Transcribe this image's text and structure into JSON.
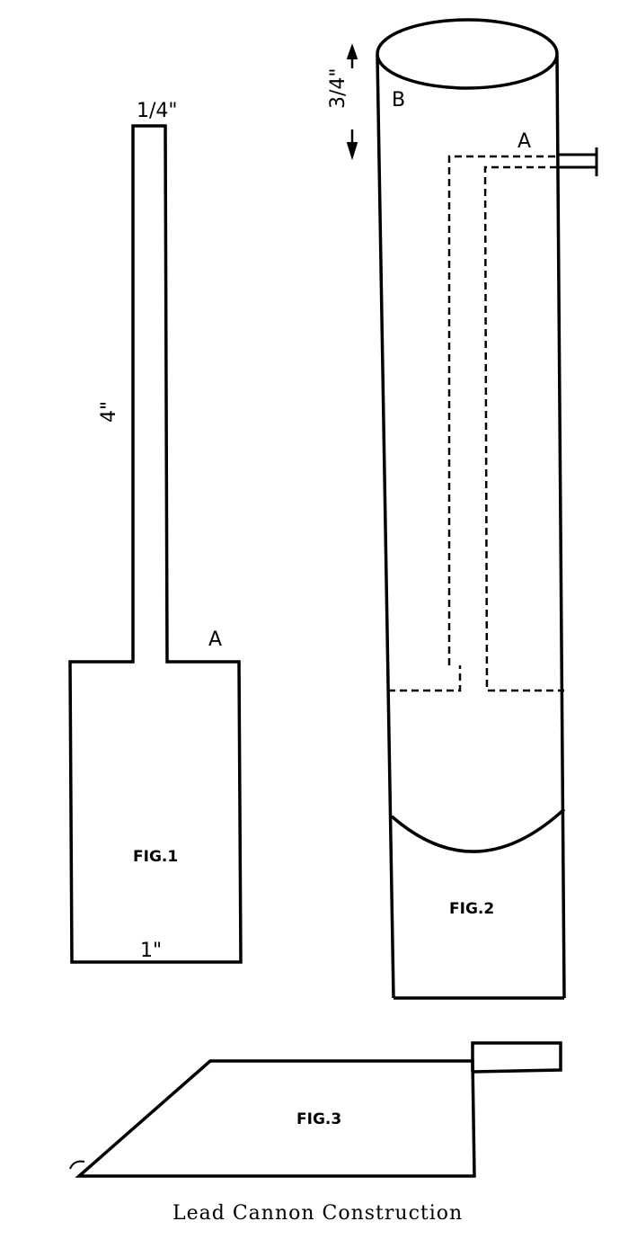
{
  "fig1": {
    "top_width_label": "1/4\"",
    "length_label": "4\"",
    "point_label": "A",
    "name": "FIG.1",
    "base_width_label": "1\""
  },
  "fig2": {
    "height_label": "3/4\"",
    "point_label_b": "B",
    "point_label_a": "A",
    "name": "FIG.2"
  },
  "fig3": {
    "name": "FIG.3"
  },
  "caption": "Lead Cannon Construction"
}
